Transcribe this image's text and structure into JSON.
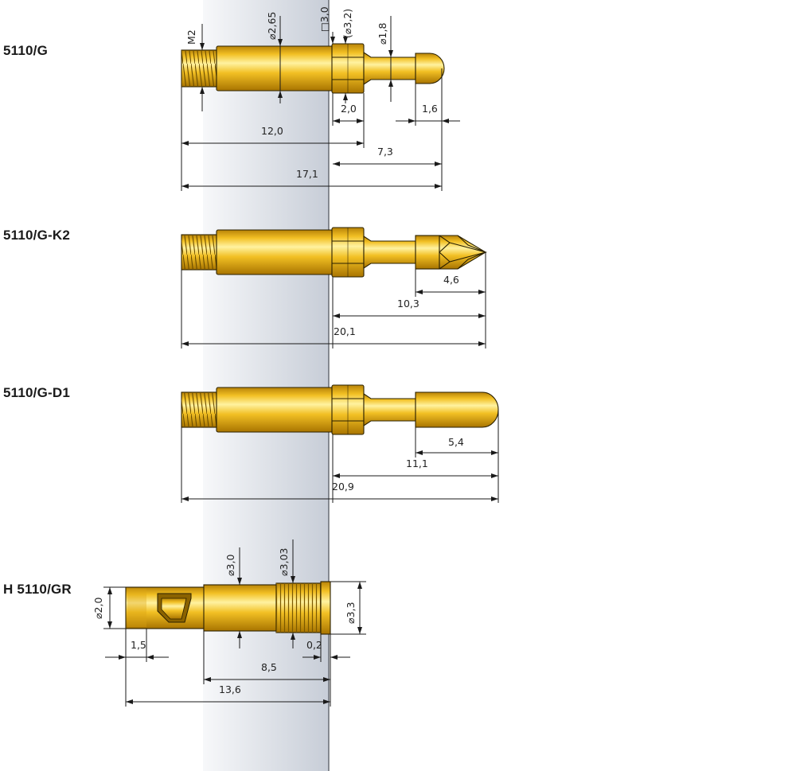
{
  "colors": {
    "brass_light": "#fff2a0",
    "brass_mid": "#f2c024",
    "brass_dark": "#b88308",
    "outline": "#2a2000",
    "panel_light": "#f3f5f8",
    "panel_dark": "#c8ced8",
    "line": "#1a1a1a"
  },
  "parts": [
    {
      "title": "5110/G",
      "dims": {
        "thread": "M2",
        "body_dia": "⌀2,65",
        "square": "□3,0",
        "collar_dia": "(⌀3,2)",
        "neck_dia": "⌀1,8",
        "collar_len": "2,0",
        "tip_len": "1,6",
        "body_len": "12,0",
        "front_len": "7,3",
        "total_len": "17,1"
      }
    },
    {
      "title": "5110/G-K2",
      "dims": {
        "tip_len": "4,6",
        "front_len": "10,3",
        "total_len": "20,1"
      }
    },
    {
      "title": "5110/G-D1",
      "dims": {
        "tip_len": "5,4",
        "front_len": "11,1",
        "total_len": "20,9"
      }
    },
    {
      "title": "H 5110/GR",
      "dims": {
        "bore_dia": "⌀2,0",
        "body_dia": "⌀3,0",
        "knurl_dia": "⌀3,03",
        "collar_dia": "⌀3,3",
        "bore_len": "1,5",
        "end_len": "0,2",
        "body_len": "8,5",
        "total_len": "13,6"
      }
    }
  ]
}
